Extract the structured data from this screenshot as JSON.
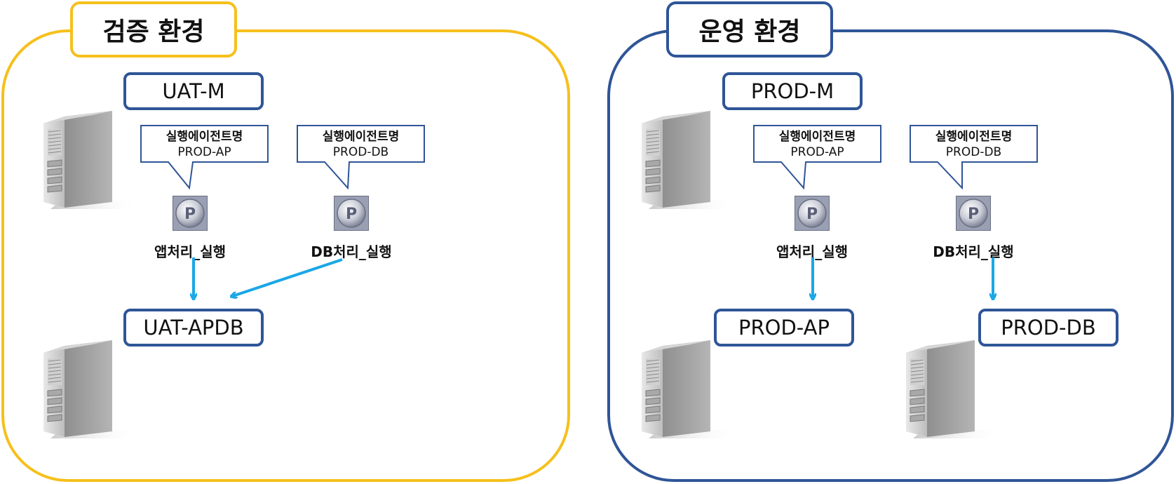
{
  "environments": {
    "verify": {
      "title": "검증 환경",
      "color": "#f6c01c",
      "manager_label": "UAT-M",
      "agent_label": "UAT-APDB",
      "jobs": [
        {
          "callout_title": "실행에이전트명",
          "callout_value": "PROD-AP",
          "job_name": "앱처리_실행",
          "icon": "p-job-icon"
        },
        {
          "callout_title": "실행에이전트명",
          "callout_value": "PROD-DB",
          "job_name": "DB처리_실행",
          "icon": "p-job-icon"
        }
      ]
    },
    "production": {
      "title": "운영 환경",
      "color": "#2f5597",
      "manager_label": "PROD-M",
      "agent_labels": [
        "PROD-AP",
        "PROD-DB"
      ],
      "jobs": [
        {
          "callout_title": "실행에이전트명",
          "callout_value": "PROD-AP",
          "job_name": "앱처리_실행",
          "icon": "p-job-icon"
        },
        {
          "callout_title": "실행에이전트명",
          "callout_value": "PROD-DB",
          "job_name": "DB처리_실행",
          "icon": "p-job-icon"
        }
      ]
    }
  },
  "colors": {
    "arrow": "#1aa7e6",
    "label_border": "#2f5597"
  },
  "icons": {
    "server": "server-tower-icon",
    "job": "p-job-icon"
  }
}
